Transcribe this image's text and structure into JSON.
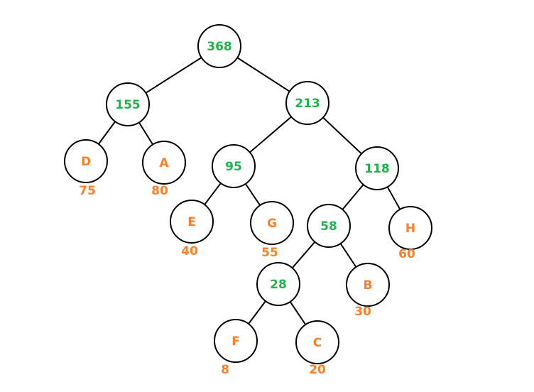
{
  "colors": {
    "internal_node_text": "#22b14c",
    "leaf_text": "#ff7f27",
    "stroke": "#000000",
    "background": "#ffffff"
  },
  "tree": {
    "nodes": [
      {
        "id": "n368",
        "label": "368",
        "kind": "internal"
      },
      {
        "id": "n155",
        "label": "155",
        "kind": "internal"
      },
      {
        "id": "n213",
        "label": "213",
        "kind": "internal"
      },
      {
        "id": "nD",
        "label": "D",
        "weight": "75",
        "kind": "leaf"
      },
      {
        "id": "nA",
        "label": "A",
        "weight": "80",
        "kind": "leaf"
      },
      {
        "id": "n95",
        "label": "95",
        "kind": "internal"
      },
      {
        "id": "n118",
        "label": "118",
        "kind": "internal"
      },
      {
        "id": "nE",
        "label": "E",
        "weight": "40",
        "kind": "leaf"
      },
      {
        "id": "nG",
        "label": "G",
        "weight": "55",
        "kind": "leaf"
      },
      {
        "id": "n58",
        "label": "58",
        "kind": "internal"
      },
      {
        "id": "nH",
        "label": "H",
        "weight": "60",
        "kind": "leaf"
      },
      {
        "id": "n28",
        "label": "28",
        "kind": "internal"
      },
      {
        "id": "nB",
        "label": "B",
        "weight": "30",
        "kind": "leaf"
      },
      {
        "id": "nF",
        "label": "F",
        "weight": "8",
        "kind": "leaf"
      },
      {
        "id": "nC",
        "label": "C",
        "weight": "20",
        "kind": "leaf"
      }
    ],
    "edges": [
      [
        "n368",
        "n155"
      ],
      [
        "n368",
        "n213"
      ],
      [
        "n155",
        "nD"
      ],
      [
        "n155",
        "nA"
      ],
      [
        "n213",
        "n95"
      ],
      [
        "n213",
        "n118"
      ],
      [
        "n95",
        "nE"
      ],
      [
        "n95",
        "nG"
      ],
      [
        "n118",
        "n58"
      ],
      [
        "n118",
        "nH"
      ],
      [
        "n58",
        "n28"
      ],
      [
        "n58",
        "nB"
      ],
      [
        "n28",
        "nF"
      ],
      [
        "n28",
        "nC"
      ]
    ]
  }
}
